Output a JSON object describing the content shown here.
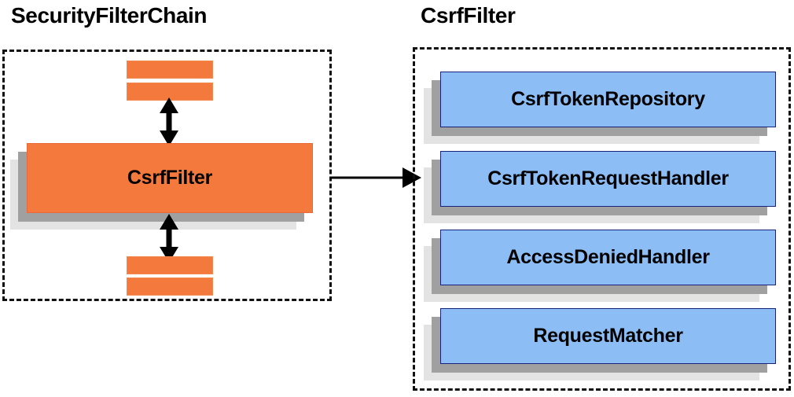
{
  "diagram": {
    "type": "architecture-block-diagram",
    "background_color": "#ffffff",
    "accent_orange": "#f4793c",
    "accent_blue": "#8cbdf5",
    "blue_border": "#17227a",
    "shadow_dark": "#a0a0a0",
    "shadow_light": "#e3e3e3",
    "outline_color": "#111111"
  },
  "left_panel": {
    "title": "SecurityFilterChain",
    "container_style": "dashed",
    "filters_above": [
      {
        "label": "",
        "name": "filter-bar-top-1"
      },
      {
        "label": "",
        "name": "filter-bar-top-2"
      }
    ],
    "focus_node": {
      "label": "CsrfFilter",
      "color": "#f4793c"
    },
    "filters_below": [
      {
        "label": "",
        "name": "filter-bar-bottom-1"
      },
      {
        "label": "",
        "name": "filter-bar-bottom-2"
      }
    ],
    "connector_up": "double-headed-vertical-arrow",
    "connector_down": "double-headed-vertical-arrow"
  },
  "connector": {
    "name": "expand-arrow",
    "direction": "left-to-right",
    "style": "single-headed-horizontal-arrow",
    "label": ""
  },
  "right_panel": {
    "title": "CsrfFilter",
    "container_style": "dashed",
    "collaborators": [
      {
        "label": "CsrfTokenRepository"
      },
      {
        "label": "CsrfTokenRequestHandler"
      },
      {
        "label": "AccessDeniedHandler"
      },
      {
        "label": "RequestMatcher"
      }
    ]
  }
}
